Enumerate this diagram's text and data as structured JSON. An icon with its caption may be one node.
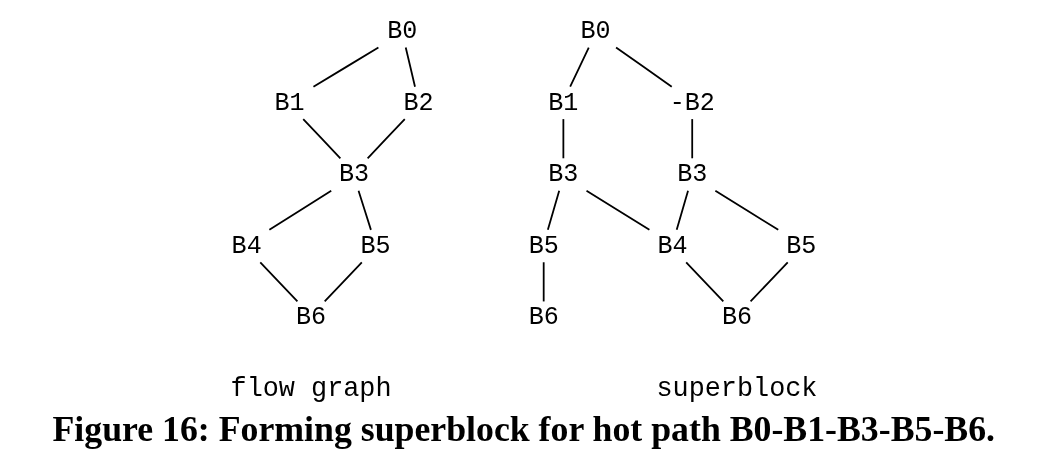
{
  "diagram": {
    "caption": "Figure 16: Forming superblock for hot path B0-B1-B3-B5-B6.",
    "nodes": [
      {
        "text": [
          "B0"
        ]
      },
      {
        "text": [
          "B1"
        ]
      },
      {
        "text": [
          "B2"
        ]
      },
      {
        "text": [
          "B3"
        ]
      },
      {
        "text": [
          "B4"
        ]
      },
      {
        "text": [
          "B5"
        ]
      },
      {
        "text": [
          "B6"
        ]
      },
      {
        "text": [
          "B0"
        ]
      },
      {
        "text": [
          "B1"
        ]
      },
      {
        "text": [
          "-B2"
        ]
      },
      {
        "text": [
          "B3"
        ]
      },
      {
        "text": [
          "B3"
        ]
      },
      {
        "text": [
          "B5"
        ]
      },
      {
        "text": [
          "B4"
        ]
      },
      {
        "text": [
          "B5"
        ]
      },
      {
        "text": [
          "B6"
        ]
      },
      {
        "text": [
          "B6"
        ]
      }
    ],
    "edges": [
      {
        "from": 0,
        "to": 1,
        "arrow": "none"
      },
      {
        "from": 0,
        "to": 2,
        "arrow": "none"
      },
      {
        "from": 1,
        "to": 3,
        "arrow": "none"
      },
      {
        "from": 2,
        "to": 3,
        "arrow": "none"
      },
      {
        "from": 3,
        "to": 4,
        "arrow": "none"
      },
      {
        "from": 3,
        "to": 5,
        "arrow": "none"
      },
      {
        "from": 4,
        "to": 6,
        "arrow": "none"
      },
      {
        "from": 5,
        "to": 6,
        "arrow": "none"
      },
      {
        "from": 7,
        "to": 8,
        "arrow": "none"
      },
      {
        "from": 7,
        "to": 9,
        "arrow": "none"
      },
      {
        "from": 8,
        "to": 10,
        "arrow": "none"
      },
      {
        "from": 9,
        "to": 11,
        "arrow": "none"
      },
      {
        "from": 10,
        "to": 12,
        "arrow": "none"
      },
      {
        "from": 10,
        "to": 13,
        "arrow": "none"
      },
      {
        "from": 11,
        "to": 13,
        "arrow": "none"
      },
      {
        "from": 11,
        "to": 14,
        "arrow": "none"
      },
      {
        "from": 12,
        "to": 15,
        "arrow": "none"
      },
      {
        "from": 13,
        "to": 16,
        "arrow": "none"
      },
      {
        "from": 14,
        "to": 16,
        "arrow": "none"
      }
    ],
    "labels": [
      "flow graph",
      "superblock"
    ]
  }
}
